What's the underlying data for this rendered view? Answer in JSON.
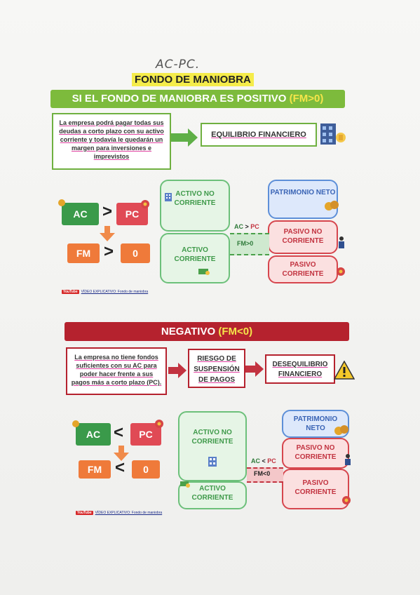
{
  "handwriting": "AC-PC.",
  "title": "FONDO DE MANIOBRA",
  "positive": {
    "banner_main": "SI EL FONDO DE MANIOBRA ES POSITIVO ",
    "banner_hl": "(FM>0)",
    "desc": "La empresa podrá pagar todas sus deudas a corto plazo con su activo corriente y todavía le quedarán un margen para inversiones e imprevistos",
    "result": "EQUILIBRIO FINANCIERO",
    "ac": "AC",
    "op1": ">",
    "pc": "PC",
    "fm": "FM",
    "op2": ">",
    "zero": "0",
    "anc": "ACTIVO NO CORRIENTE",
    "ac_block": "ACTIVO CORRIENTE",
    "pn": "PATRIMONIO NETO",
    "pnc": "PASIVO NO CORRIENTE",
    "pc_block": "PASIVO CORRIENTE",
    "gap_top_a": "AC",
    "gap_top_op": ">",
    "gap_top_b": "PC",
    "gap_fm": "FM>0",
    "yt_logo": "YouTube",
    "yt_text": "VÍDEO EXPLICATIVO: Fondo de maniobra"
  },
  "negative": {
    "banner_main": "NEGATIVO ",
    "banner_hl": "(FM<0)",
    "desc": "La empresa no tiene fondos suficientes con su AC para poder hacer frente a sus pagos más a corto plazo (PC).",
    "risk": "RIESGO DE SUSPENSIÓN DE PAGOS",
    "result": "DESEQUILIBRIO FINANCIERO",
    "ac": "AC",
    "op1": "<",
    "pc": "PC",
    "fm": "FM",
    "op2": "<",
    "zero": "0",
    "anc": "ACTIVO NO CORRIENTE",
    "ac_block": "ACTIVO CORRIENTE",
    "pn": "PATRIMONIO NETO",
    "pnc": "PASIVO NO CORRIENTE",
    "pc_block": "PASIVO CORRIENTE",
    "gap_top_a": "AC",
    "gap_top_op": "<",
    "gap_top_b": "PC",
    "gap_fm": "FM<0",
    "yt_logo": "YouTube",
    "yt_text": "VÍDEO EXPLICATIVO: Fondo de maniobra"
  },
  "colors": {
    "green": "#7dbb3c",
    "ac_green": "#3a9a4a",
    "pc_red": "#e04a55",
    "fm_orange": "#ef7a3a",
    "neg_banner": "#b5222e",
    "title_yellow": "#f5ec4a"
  }
}
